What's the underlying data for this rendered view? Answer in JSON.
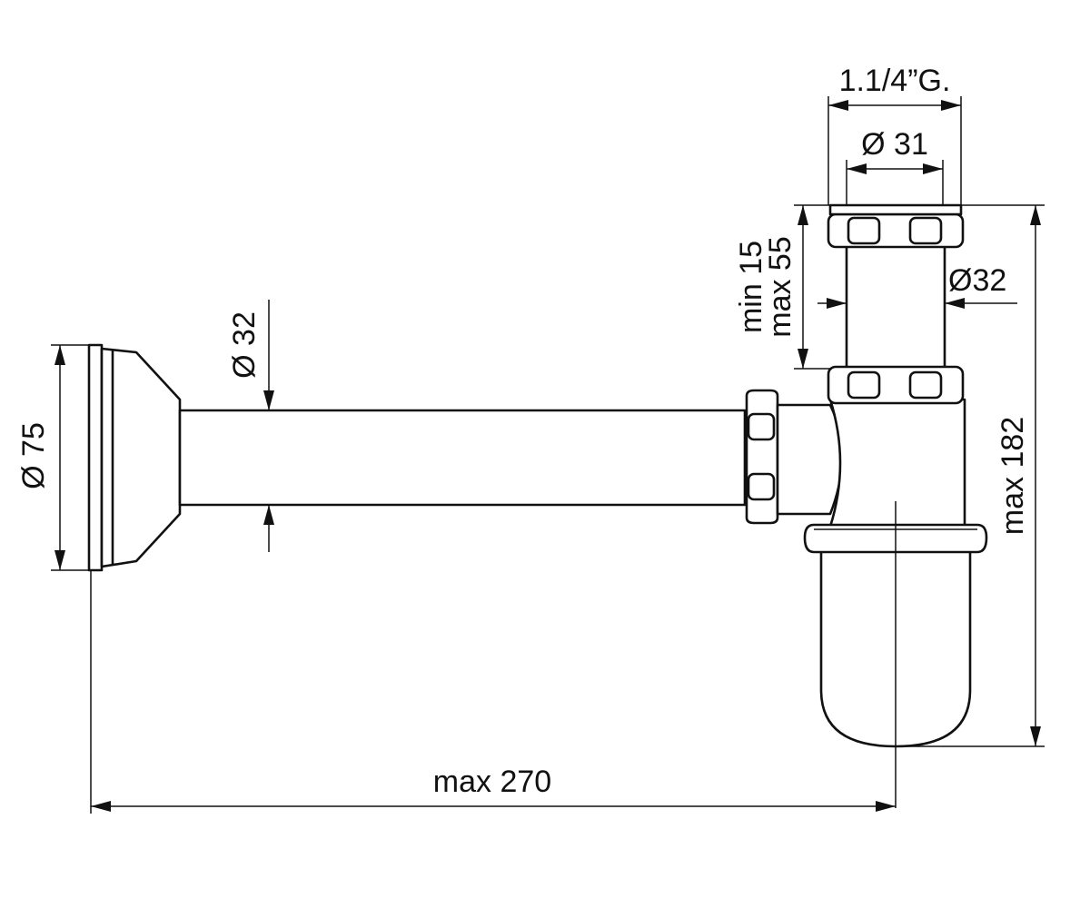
{
  "dimensions": {
    "thread": "1.1/4”G.",
    "outlet_diameter": "Ø 31",
    "tube_diameter_vertical": "Ø32",
    "height_range_min": "min 15",
    "height_range_max": "max 55",
    "pipe_diameter": "Ø 32",
    "flange_diameter": "Ø 75",
    "total_height": "max 182",
    "total_length": "max 270"
  },
  "colors": {
    "line": "#111111",
    "background": "#ffffff"
  }
}
